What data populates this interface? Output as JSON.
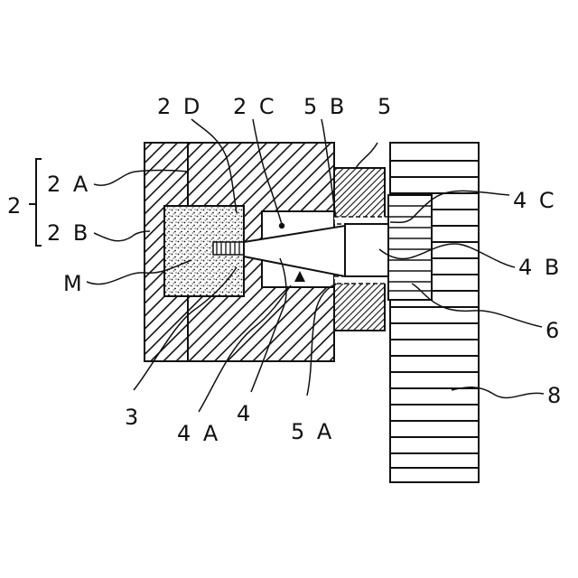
{
  "figure": {
    "labels": {
      "l2": "2",
      "l2a": "2 A",
      "l2b": "2 B",
      "lM": "M",
      "l2d": "2 D",
      "l2c": "2 C",
      "l5b": "5 B",
      "l5": "5",
      "l4c": "4 C",
      "l4b": "4 B",
      "l6": "6",
      "l8": "8",
      "l3": "3",
      "l4a": "4 A",
      "l4": "4",
      "l5a": "5 A"
    }
  }
}
